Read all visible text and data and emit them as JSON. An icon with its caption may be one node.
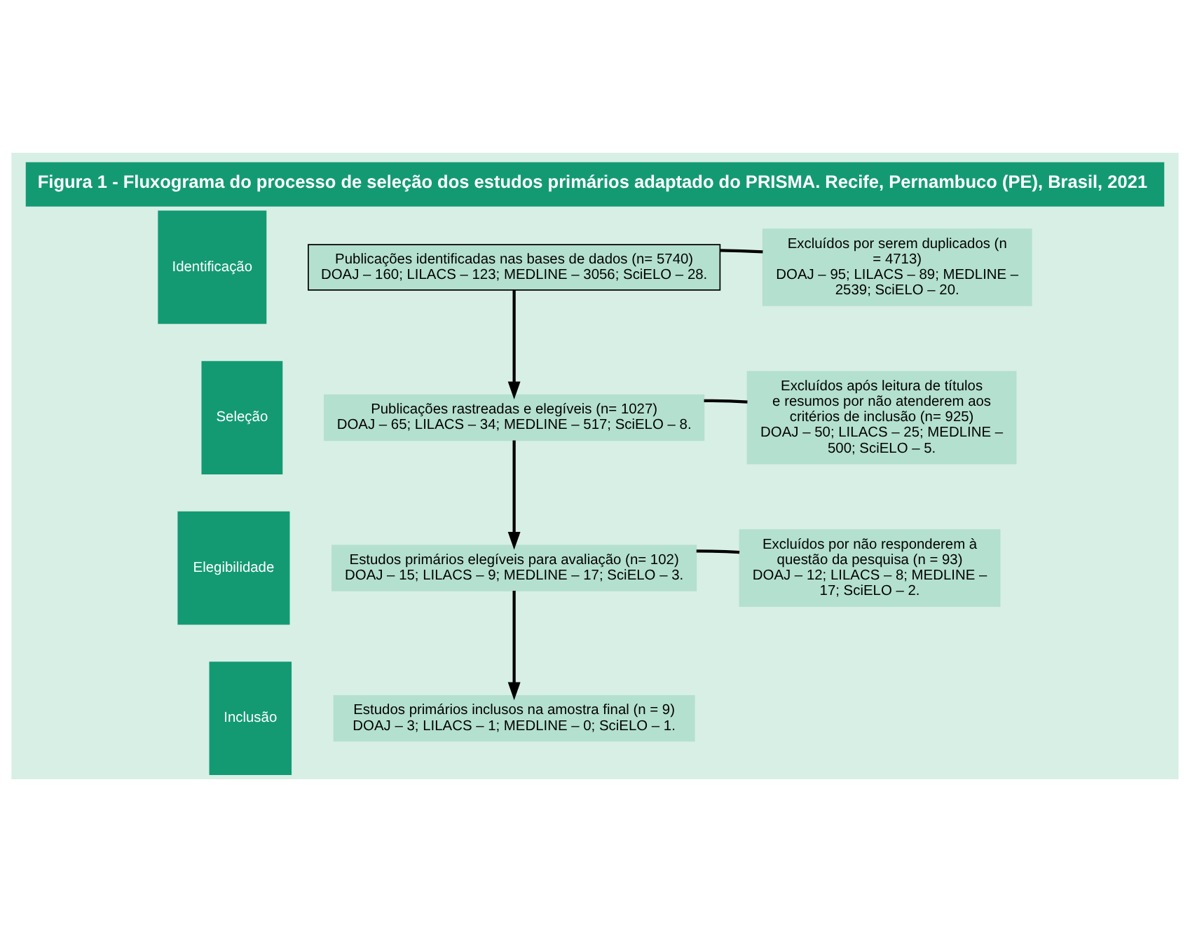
{
  "diagram": {
    "title": "Figura 1 - Fluxograma do processo de seleção dos estudos primários adaptado do PRISMA. Recife, Pernambuco (PE), Brasil, 2021",
    "nodes": [
      {
        "text": [
          "Identificação"
        ]
      },
      {
        "text": [
          "Publicações identificadas nas bases de dados (n= 5740)",
          "DOAJ – 160; LILACS – 123; MEDLINE – 3056; SciELO – 28."
        ]
      },
      {
        "text": [
          "Excluídos por serem duplicados (n = 4713)",
          "DOAJ – 95; LILACS – 89; MEDLINE – 2539; SciELO – 20."
        ]
      },
      {
        "text": [
          "Seleção"
        ]
      },
      {
        "text": [
          "Publicações rastreadas e elegíveis (n= 1027)",
          "DOAJ – 65; LILACS – 34; MEDLINE – 517; SciELO – 8."
        ]
      },
      {
        "text": [
          "Excluídos após leitura de títulos e resumos por não atenderem aos critérios de inclusão (n= 925)",
          "DOAJ – 50; LILACS – 25; MEDLINE – 500; SciELO – 5."
        ]
      },
      {
        "text": [
          "Elegibilidade"
        ]
      },
      {
        "text": [
          "Estudos primários elegíveis para avaliação (n= 102)",
          "DOAJ – 15; LILACS – 9; MEDLINE – 17; SciELO – 3."
        ]
      },
      {
        "text": [
          "Excluídos por não responderem à questão da pesquisa (n = 93)",
          "DOAJ – 12; LILACS – 8; MEDLINE – 17; SciELO – 2."
        ]
      },
      {
        "text": [
          "Inclusão"
        ]
      },
      {
        "text": [
          "Estudos primários inclusos na amostra final (n = 9)",
          "DOAJ – 3; LILACS – 1; MEDLINE – 0; SciELO – 1."
        ]
      }
    ],
    "edges": [
      {
        "from": 1,
        "to": 2,
        "arrow": "none"
      },
      {
        "from": 1,
        "to": 4,
        "arrow": "to"
      },
      {
        "from": 4,
        "to": 5,
        "arrow": "none"
      },
      {
        "from": 4,
        "to": 7,
        "arrow": "to"
      },
      {
        "from": 7,
        "to": 8,
        "arrow": "none"
      },
      {
        "from": 7,
        "to": 10,
        "arrow": "to"
      }
    ]
  }
}
